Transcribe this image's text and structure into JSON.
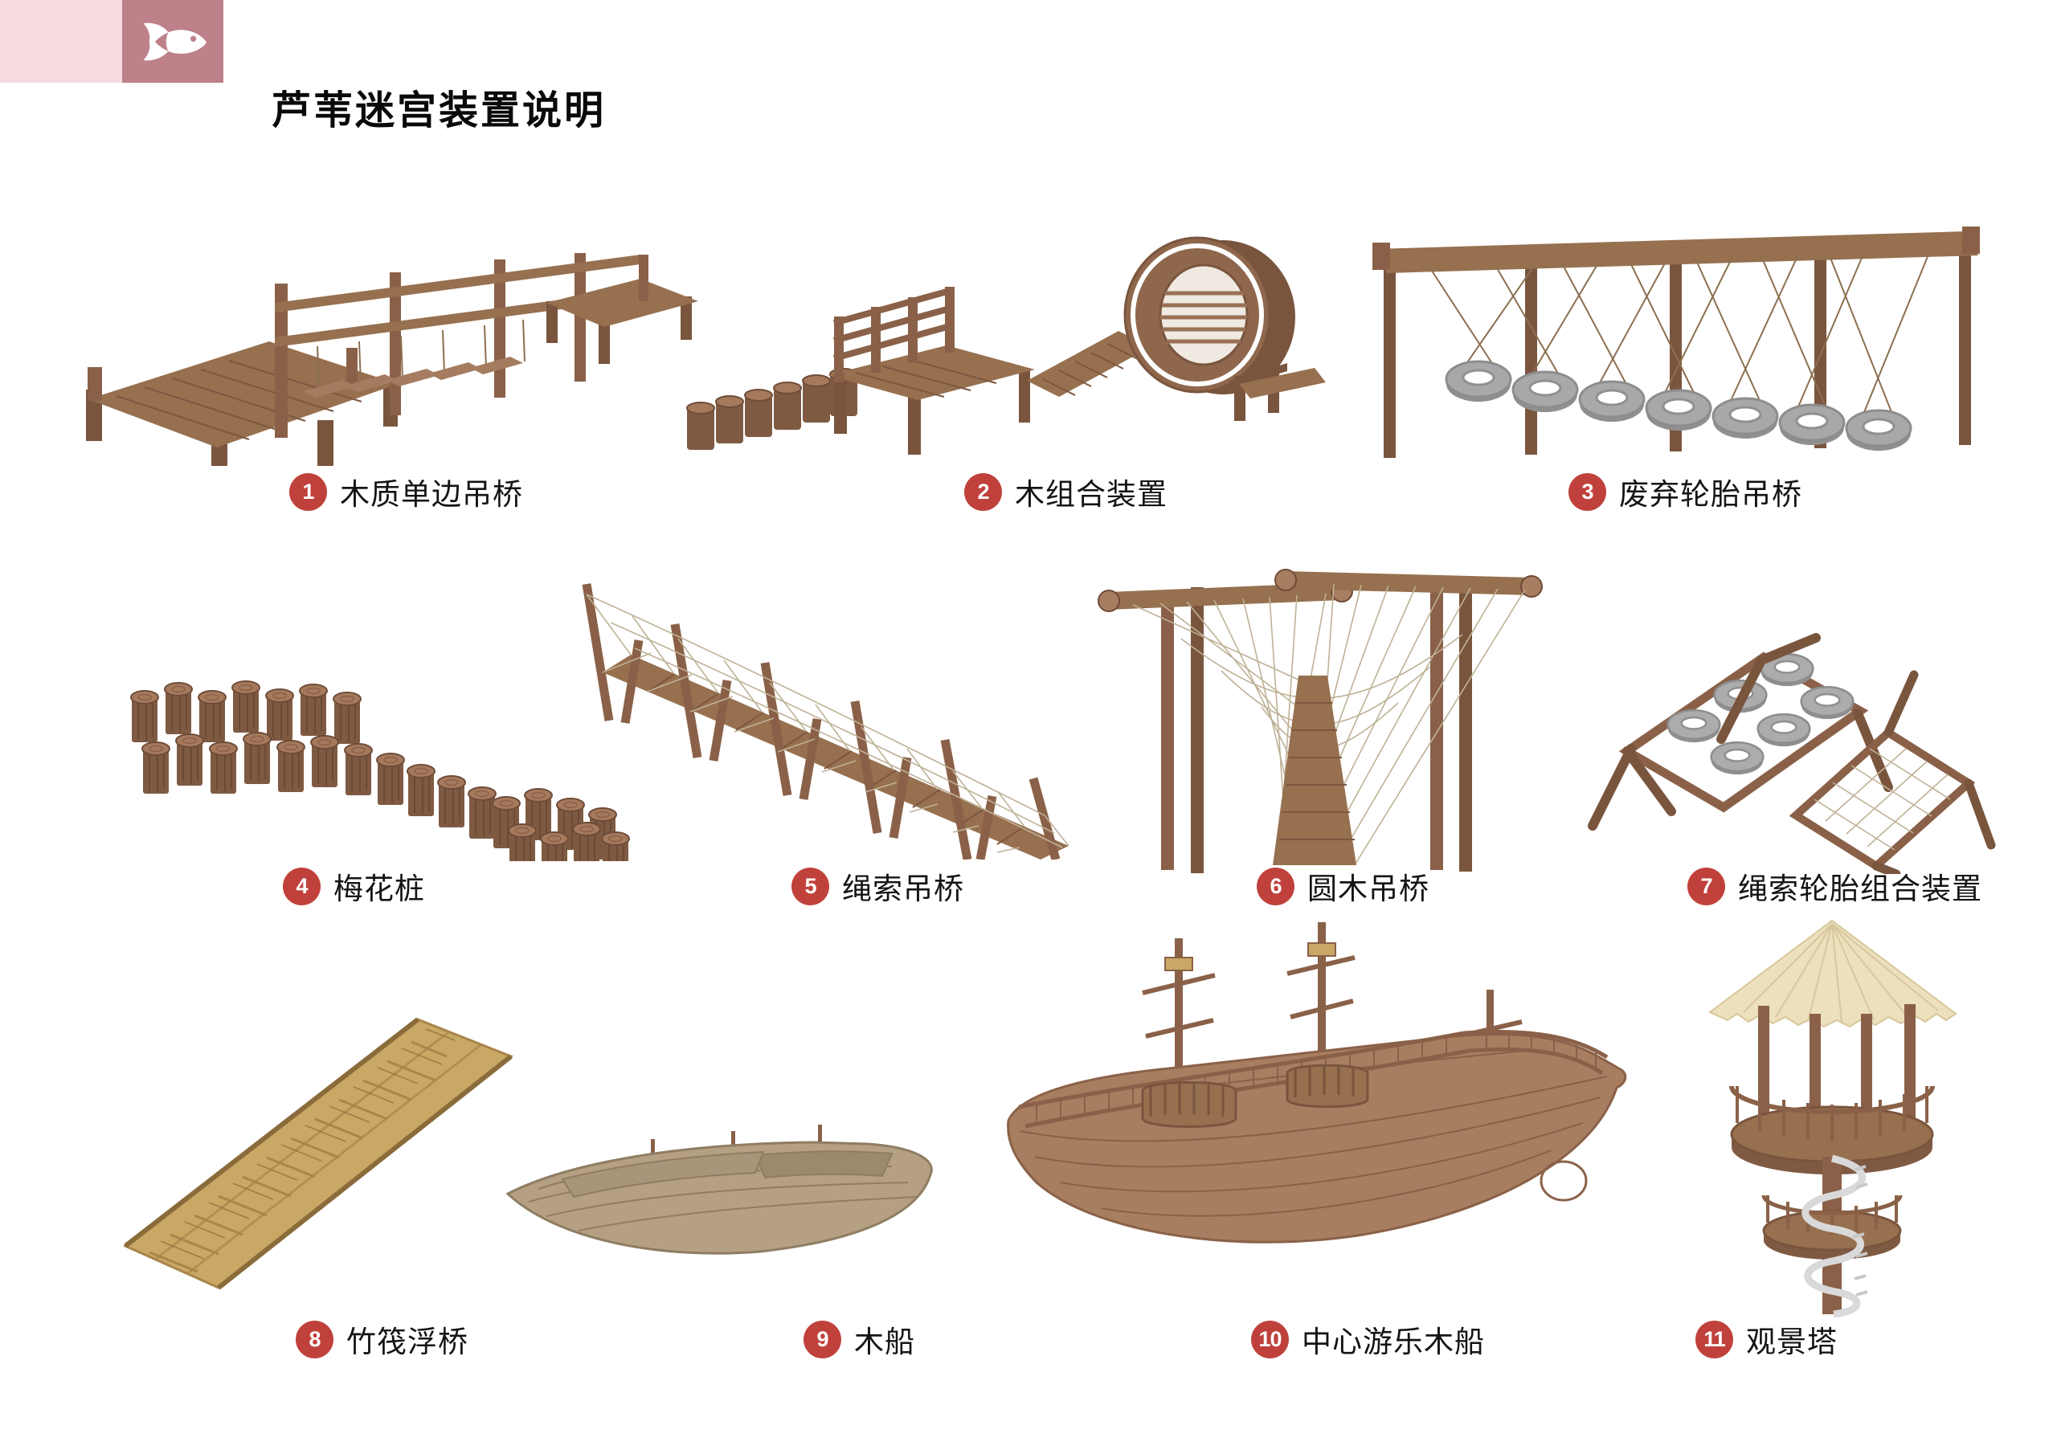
{
  "page": {
    "title": "芦苇迷宫装置说明"
  },
  "header": {
    "logo_icon": "fish-icon"
  },
  "colors": {
    "accent_red": "#C0413B",
    "logo_rose": "#BE8089",
    "band_pink": "#F6DADF",
    "wood": "#9A7156",
    "wood_dark": "#7A553E",
    "tire_gray": "#A8A8A8",
    "bamboo_tan": "#C9A765",
    "thatch_cream": "#ECE0BD",
    "label_text": "#141414"
  },
  "items": [
    {
      "number": "1",
      "label": "木质单边吊桥"
    },
    {
      "number": "2",
      "label": "木组合装置"
    },
    {
      "number": "3",
      "label": "废弃轮胎吊桥"
    },
    {
      "number": "4",
      "label": "梅花桩"
    },
    {
      "number": "5",
      "label": "绳索吊桥"
    },
    {
      "number": "6",
      "label": "圆木吊桥"
    },
    {
      "number": "7",
      "label": "绳索轮胎组合装置"
    },
    {
      "number": "8",
      "label": "竹筏浮桥"
    },
    {
      "number": "9",
      "label": "木船"
    },
    {
      "number": "10",
      "label": "中心游乐木船"
    },
    {
      "number": "11",
      "label": "观景塔"
    }
  ]
}
